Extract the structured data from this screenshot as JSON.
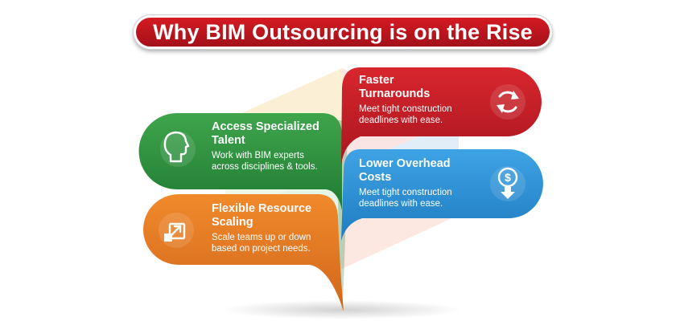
{
  "title": "Why BIM Outsourcing is on the Rise",
  "cards": [
    {
      "title_line1": "Access Specialized",
      "title_line2": "Talent",
      "desc_line1": "Work with BIM experts",
      "desc_line2": "across disciplines & tools.",
      "icon": "head-profile-icon",
      "color": "#2e8b3e"
    },
    {
      "title_line1": "Flexible Resource",
      "title_line2": "Scaling",
      "desc_line1": "Scale teams up or down",
      "desc_line2": "based on project needs.",
      "icon": "scale-arrow-icon",
      "color": "#e3761f"
    },
    {
      "title_line1": "Faster",
      "title_line2": "Turnarounds",
      "desc_line1": "Meet tight construction",
      "desc_line2": "deadlines with ease.",
      "icon": "refresh-cycle-icon",
      "color": "#c8232b"
    },
    {
      "title_line1": "Lower Overhead",
      "title_line2": "Costs",
      "desc_line1": "Meet tight construction",
      "desc_line2": "deadlines with ease.",
      "icon": "dollar-down-icon",
      "color": "#2d8fd4"
    }
  ]
}
